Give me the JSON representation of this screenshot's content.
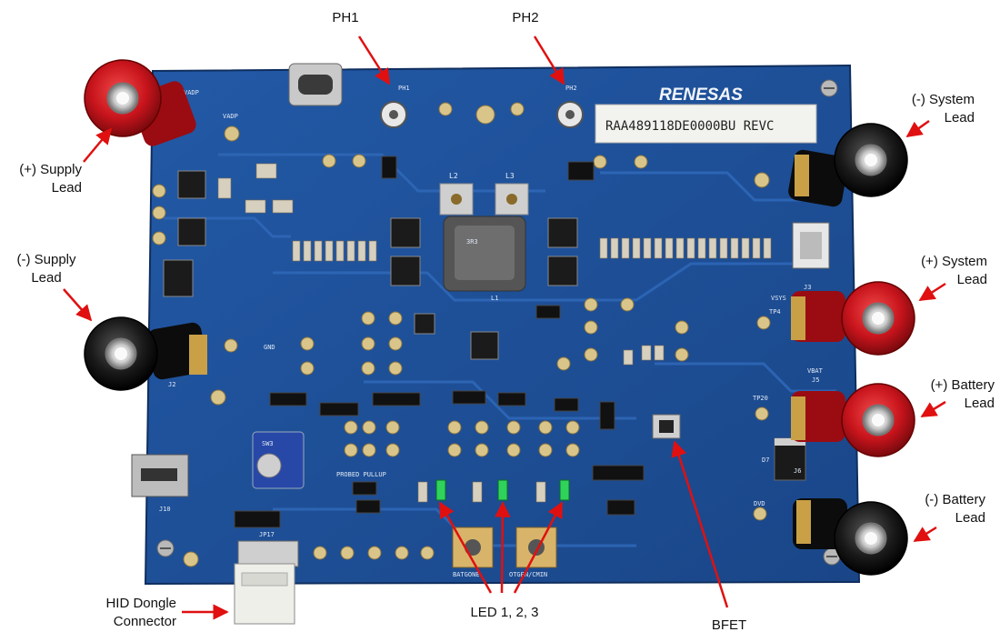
{
  "callouts": {
    "ph1": "PH1",
    "ph2": "PH2",
    "supply_pos": [
      "(+) Supply",
      "Lead"
    ],
    "supply_neg": [
      "(-) Supply",
      "Lead"
    ],
    "system_neg": [
      "(-) System",
      "Lead"
    ],
    "system_pos": [
      "(+) System",
      "Lead"
    ],
    "battery_pos": [
      "(+) Battery",
      "Lead"
    ],
    "battery_neg": [
      "(-) Battery",
      "Lead"
    ],
    "hid": [
      "HID Dongle",
      "Connector"
    ],
    "leds": "LED 1, 2, 3",
    "bfet": "BFET"
  },
  "board": {
    "brand": "RENESAS",
    "part_label": "RAA489118DE0000BU REVC",
    "silkscreen": {
      "vadp": "VADP",
      "vadp2": "VADP",
      "gnd": "GND",
      "vsys": "VSYS",
      "vbat": "VBAT",
      "j3": "J3",
      "j5": "J5",
      "j6": "J6",
      "j2": "J2",
      "j10": "J10",
      "sw3": "SW3",
      "jp17": "JP17",
      "l2": "L2",
      "l3": "L3",
      "l1": "L1",
      "batgone": "BATGONE",
      "otgen": "OTGEN/CMIN",
      "probe_pullup": "PROBED PULLUP",
      "tp20": "TP20",
      "tp4": "TP4",
      "d7": "D7",
      "ph1": "PH1",
      "ph2": "PH2",
      "dvd": "DVD"
    }
  },
  "colors": {
    "pcb": "#1f4f96",
    "pcb_dark": "#163e7c",
    "red_post": "#c8141c",
    "black_post": "#141414",
    "gold": "#c9a046",
    "arrow": "#e01010",
    "led": "#2fd35a"
  }
}
